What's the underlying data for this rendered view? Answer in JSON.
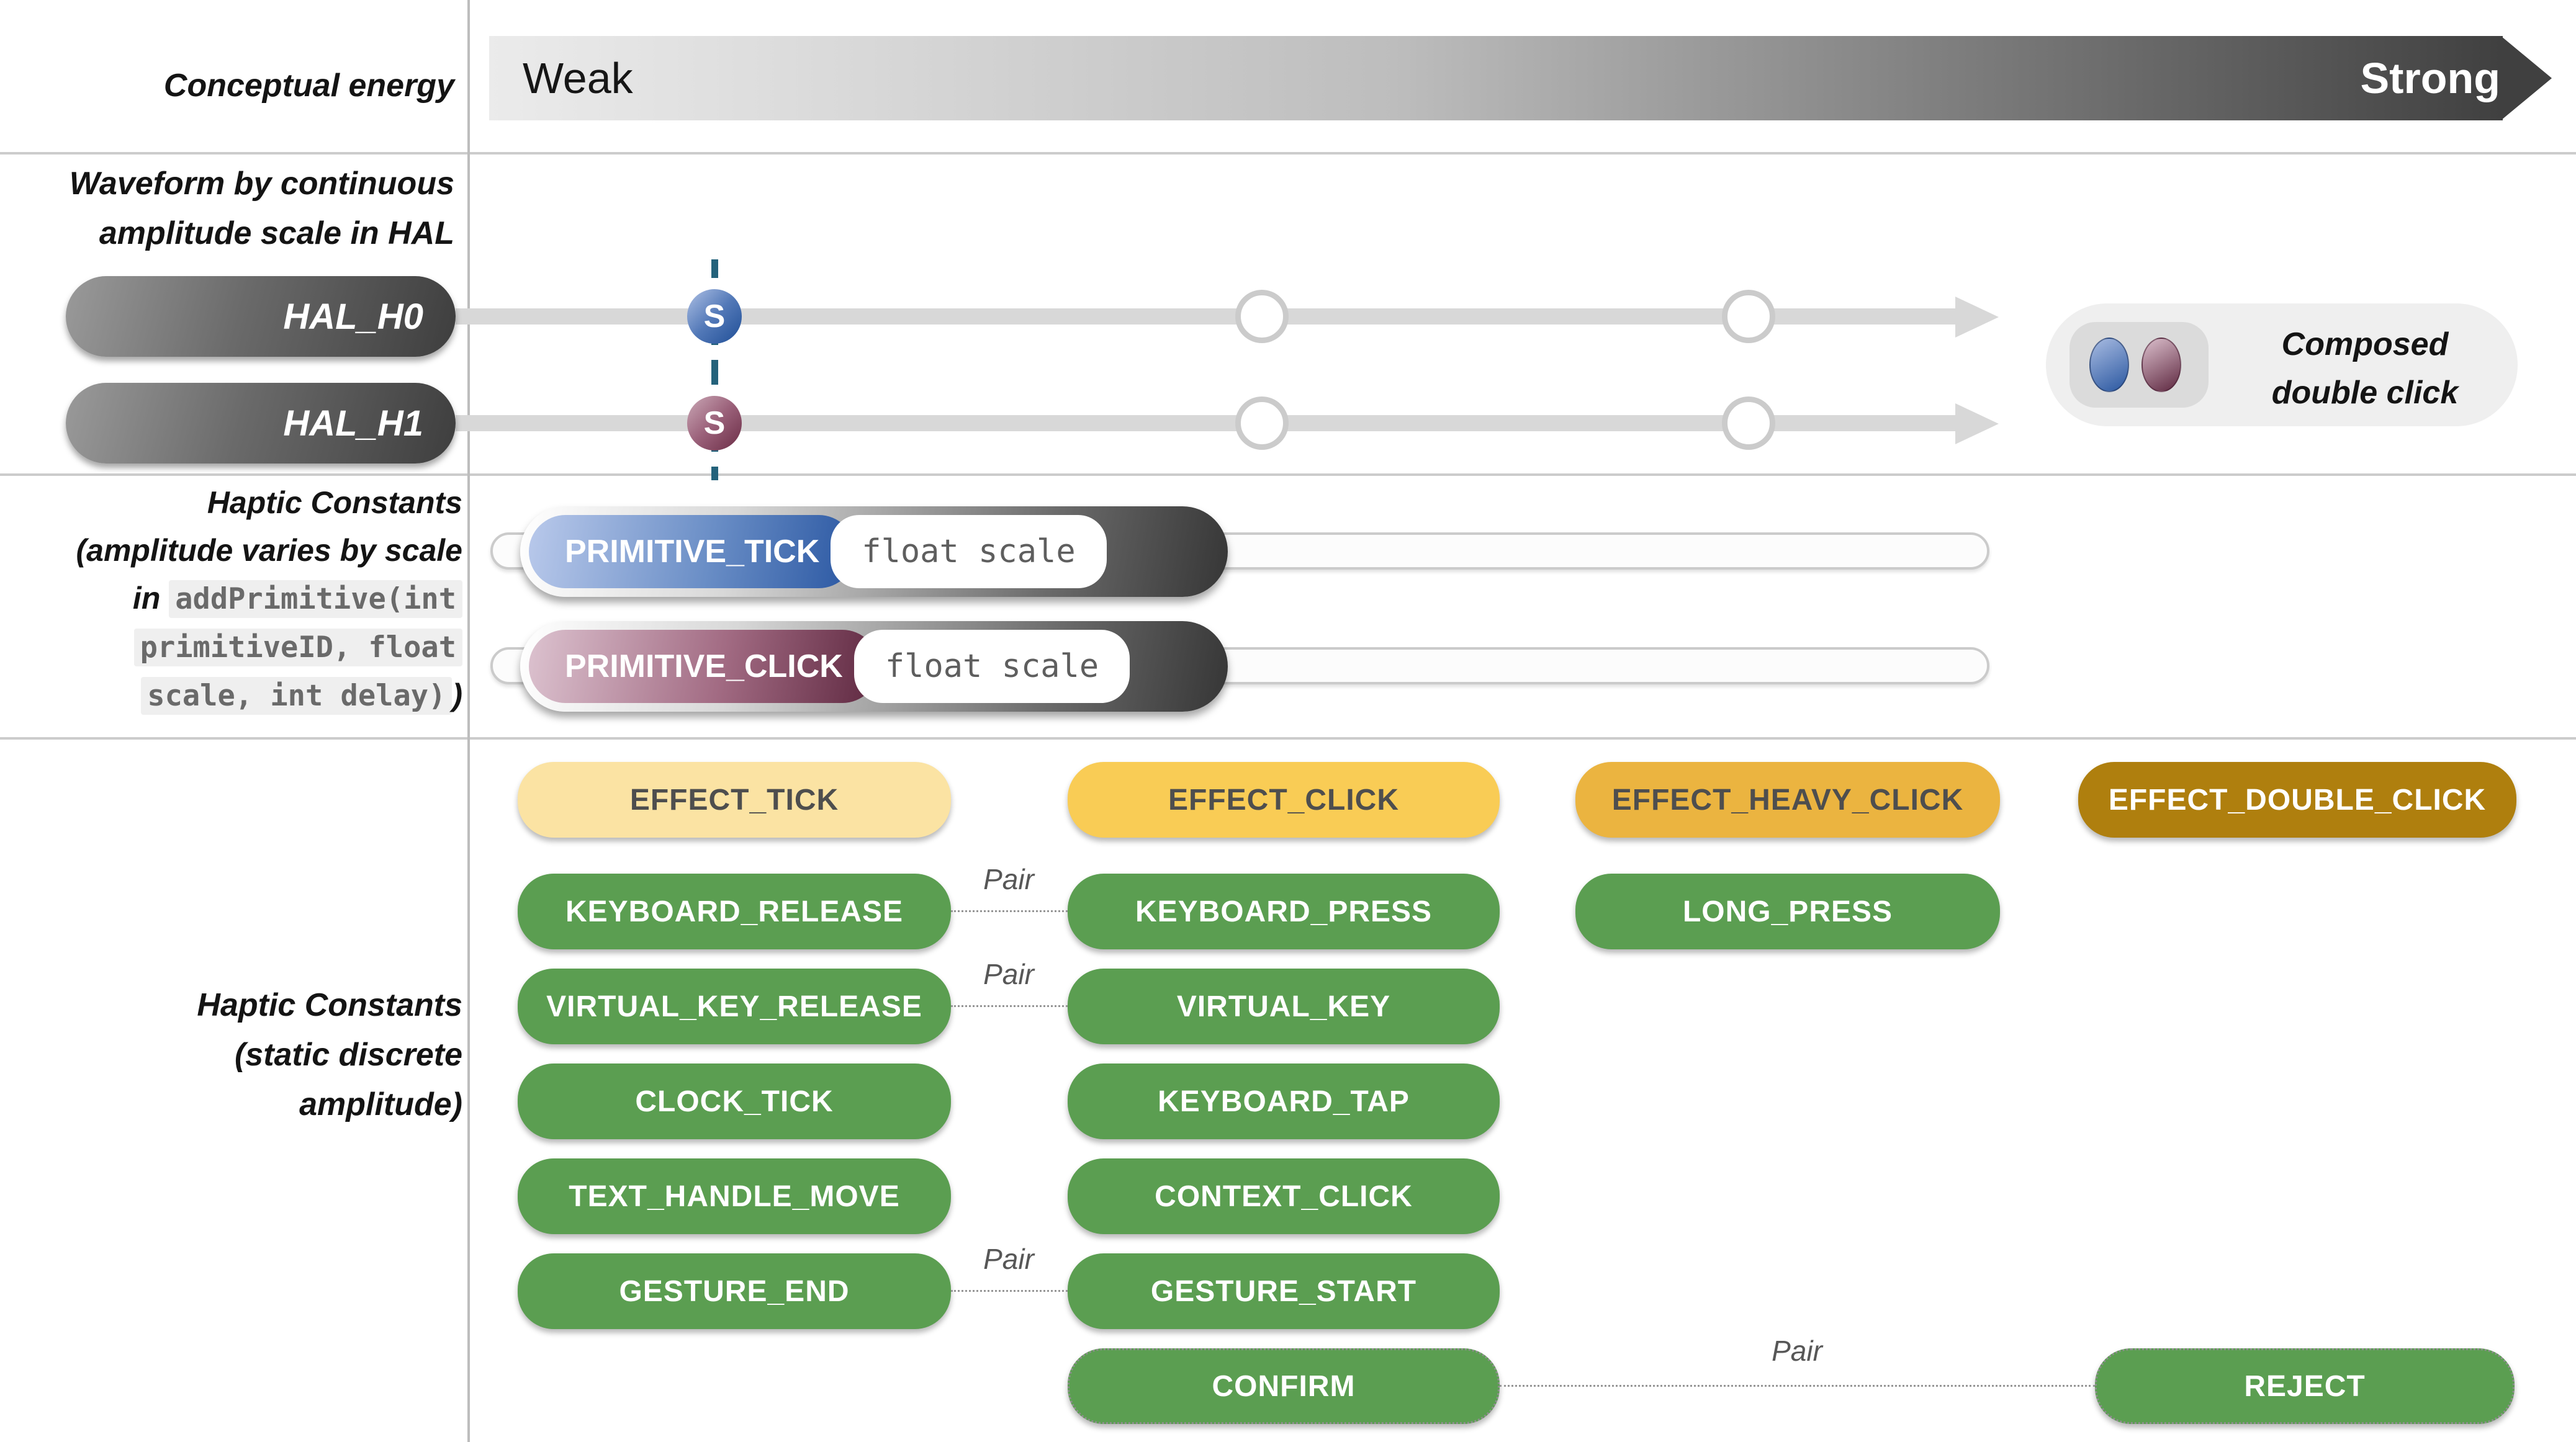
{
  "axis": {
    "label": "Conceptual energy",
    "weak": "Weak",
    "strong": "Strong"
  },
  "hal": {
    "label_line1": "Waveform by continuous",
    "label_line2": "amplitude scale in HAL",
    "rows": [
      {
        "label": "HAL_H0",
        "marker": "S"
      },
      {
        "label": "HAL_H1",
        "marker": "S"
      }
    ],
    "legend": {
      "line1": "Composed",
      "line2": "double click"
    }
  },
  "primitives": {
    "label": {
      "line1": "Haptic Constants",
      "line2": "(amplitude varies by scale",
      "line3_plain": "in ",
      "line3_code": "addPrimitive(int",
      "line4_code": "primitiveID, float",
      "line5_code": "scale, int delay)",
      "line5_plain": ")"
    },
    "rows": [
      {
        "name": "PRIMITIVE_TICK",
        "param": "float scale"
      },
      {
        "name": "PRIMITIVE_CLICK",
        "param": "float scale"
      }
    ]
  },
  "constants": {
    "label_line1": "Haptic Constants",
    "label_line2": "(static discrete",
    "label_line3": "amplitude)",
    "pair_label": "Pair",
    "effects": [
      {
        "label": "EFFECT_TICK"
      },
      {
        "label": "EFFECT_CLICK"
      },
      {
        "label": "EFFECT_HEAVY_CLICK"
      },
      {
        "label": "EFFECT_DOUBLE_CLICK"
      }
    ],
    "greens": [
      {
        "label": "KEYBOARD_RELEASE"
      },
      {
        "label": "KEYBOARD_PRESS"
      },
      {
        "label": "LONG_PRESS"
      },
      {
        "label": "VIRTUAL_KEY_RELEASE"
      },
      {
        "label": "VIRTUAL_KEY"
      },
      {
        "label": "CLOCK_TICK"
      },
      {
        "label": "KEYBOARD_TAP"
      },
      {
        "label": "TEXT_HANDLE_MOVE"
      },
      {
        "label": "CONTEXT_CLICK"
      },
      {
        "label": "GESTURE_END"
      },
      {
        "label": "GESTURE_START"
      },
      {
        "label": "CONFIRM"
      },
      {
        "label": "REJECT"
      }
    ]
  },
  "colors": {
    "green": "#5B9E51",
    "yellow_light": "#FBE3A3",
    "yellow_mid": "#F9CC55",
    "amber": "#EBB440",
    "dark_gold": "#AF7F0E",
    "track_gray": "#D8D8D8",
    "blue_dark": "#1F4E96",
    "wine_dark": "#6B2D46",
    "dash_teal": "#24627B"
  }
}
